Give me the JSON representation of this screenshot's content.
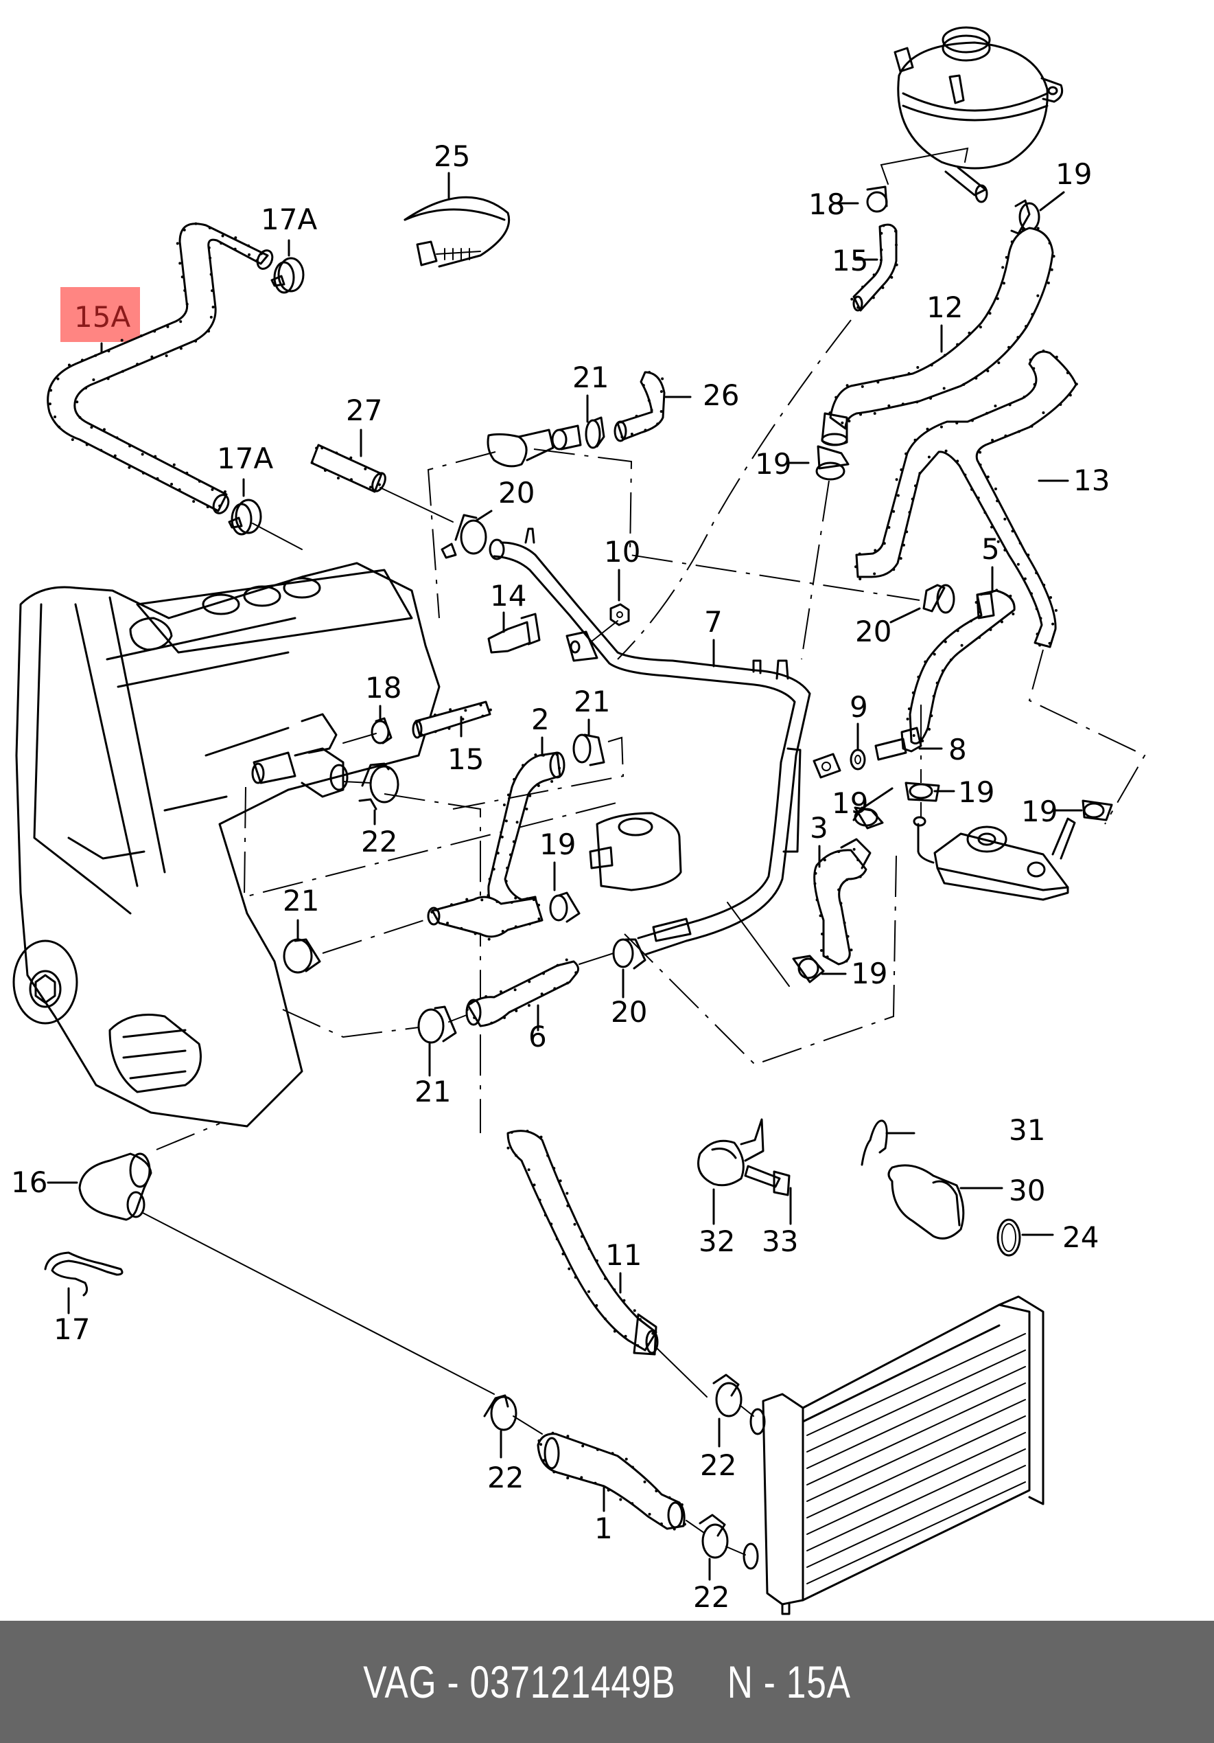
{
  "diagram": {
    "title": "Coolant hoses and pipes",
    "highlighted_part": "15A",
    "highlight_color": "#ff8582",
    "highlight_text_color": "#8b1a1a",
    "callouts": {
      "p15A": "15A",
      "p17A_top": "17A",
      "p17A_bottom": "17A",
      "p25": "25",
      "p27": "27",
      "p21_top": "21",
      "p26": "26",
      "p20_upper": "20",
      "p10": "10",
      "p14": "14",
      "p18_top": "18",
      "p19_top": "19",
      "p15_top": "15",
      "p12": "12",
      "p19_mid": "19",
      "p13": "13",
      "p5": "5",
      "p20_right": "20",
      "p7": "7",
      "p18_mid": "18",
      "p21_mid": "21",
      "p2": "2",
      "p15_mid": "15",
      "p22_mid": "22",
      "p9": "9",
      "p8": "8",
      "p19_r1": "19",
      "p19_r2": "19",
      "p19_r3": "19",
      "p3": "3",
      "p19_low": "19",
      "p19_center": "19",
      "p21_left": "21",
      "p21_bottom": "21",
      "p6": "6",
      "p20_bottom": "20",
      "p16": "16",
      "p17": "17",
      "p31": "31",
      "p30": "30",
      "p24": "24",
      "p32": "32",
      "p33": "33",
      "p11": "11",
      "p22_left": "22",
      "p22_right_top": "22",
      "p1": "1",
      "p22_right_bottom": "22"
    },
    "components": [
      "expansion-tank",
      "engine-block",
      "radiator",
      "oil-cooler",
      "coolant-pipe",
      "thermostat-housing",
      "cable-tie",
      "hose-clamps",
      "hoses"
    ]
  },
  "footer": {
    "brand": "VAG",
    "part_number": "037121449B",
    "position_label": "N",
    "position_value": "15A",
    "separator": " - ",
    "text": "VAG - 037121449B     N - 15A"
  }
}
